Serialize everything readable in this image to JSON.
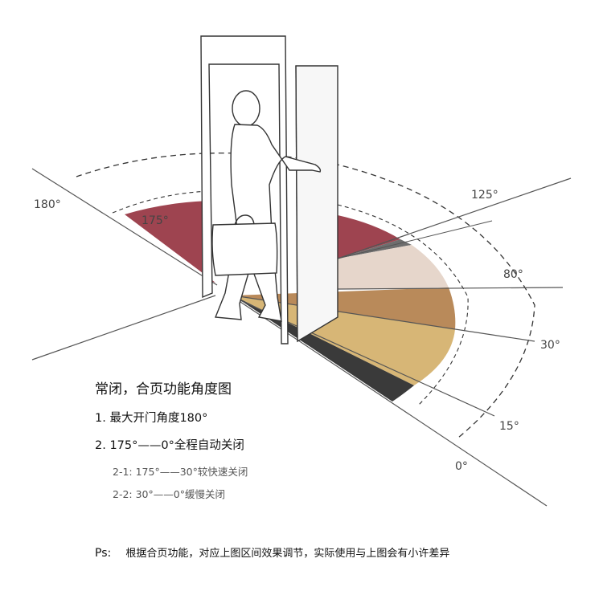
{
  "angles": {
    "a180": "180°",
    "a175": "175°",
    "a125": "125°",
    "a80": "80°",
    "a30": "30°",
    "a15": "15°",
    "a0": "0°"
  },
  "text": {
    "title": "常闭，合页功能角度图",
    "item1": "1. 最大开门角度180°",
    "item2": "2. 175°——0°全程自动关闭",
    "sub1": "2-1:  175°——30°较快速关闭",
    "sub2": "2-2: 30°——0°缓慢关闭",
    "ps_label": "Ps:",
    "ps_text": "根据合页功能，对应上图区间效果调节，实际使用与上图会有小许差异"
  },
  "colors": {
    "red_sector": "#9e4450",
    "beige_sector": "#e6d6cb",
    "brown_sector": "#b98a5a",
    "yellow_sector": "#d7b676",
    "dark_sector": "#3a3a3a",
    "gray_sector": "#6e6e6e"
  }
}
